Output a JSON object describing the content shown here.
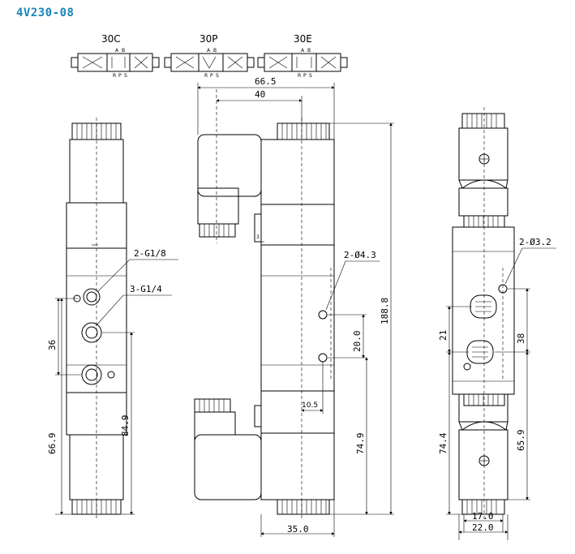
{
  "title": "4V230-08",
  "symbols": {
    "variants": [
      "30C",
      "30P",
      "30E"
    ],
    "port_top": [
      "A",
      "B"
    ],
    "port_bottom": [
      "R",
      "P",
      "S"
    ]
  },
  "callouts": {
    "g18": "2-G1/8",
    "g14": "3-G1/4",
    "d43": "2-Ø4.3",
    "d32": "2-Ø3.2"
  },
  "dimensions": {
    "d66_5": "66.5",
    "d40": "40",
    "d188_8": "188.8",
    "d20_0": "20.0",
    "d10_5": "10.5",
    "d74_9": "74.9",
    "d35_0": "35.0",
    "d36": "36",
    "d84_9": "84.9",
    "d66_9": "66.9",
    "d3": "3",
    "d21": "21",
    "d38": "38",
    "d74_4": "74.4",
    "d65_9": "65.9",
    "d17_0": "17.0",
    "d22_0": "22.0"
  }
}
